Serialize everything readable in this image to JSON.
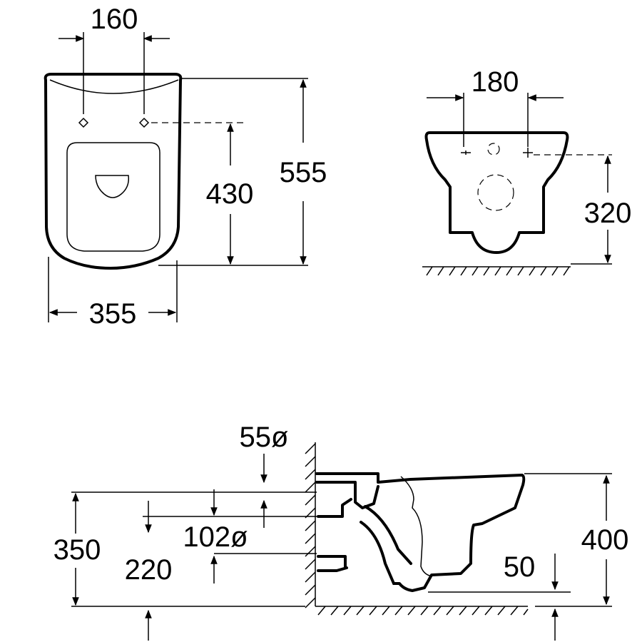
{
  "top_view": {
    "dim_bolt_spacing": "160",
    "dim_height_bolts": "430",
    "dim_total_length": "555",
    "dim_width": "355"
  },
  "front_view": {
    "dim_bolt_spacing": "180",
    "dim_bolt_height": "320"
  },
  "side_view": {
    "dim_inlet_diameter": "55ø",
    "dim_outlet_diameter": "102ø",
    "dim_inlet_height": "350",
    "dim_outlet_height": "220",
    "dim_rim_height": "400",
    "dim_bottom_clearance": "50"
  }
}
